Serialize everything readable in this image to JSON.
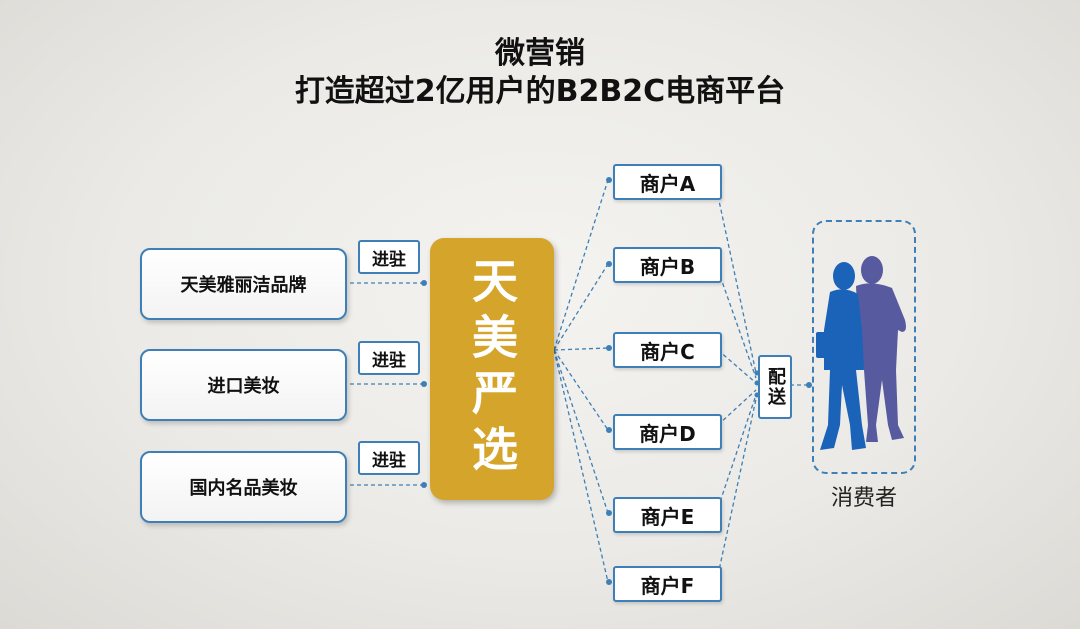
{
  "title": {
    "line1": "微营销",
    "line2": "打造超过2亿用户的B2B2C电商平台"
  },
  "sources": [
    {
      "label": "天美雅丽洁品牌",
      "tag": "进驻"
    },
    {
      "label": "进口美妆",
      "tag": "进驻"
    },
    {
      "label": "国内名品美妆",
      "tag": "进驻"
    }
  ],
  "hub": {
    "label": "天美严选",
    "color": "#d5a42a"
  },
  "merchants": [
    {
      "label": "商户A"
    },
    {
      "label": "商户B"
    },
    {
      "label": "商户C"
    },
    {
      "label": "商户D"
    },
    {
      "label": "商户E"
    },
    {
      "label": "商户F"
    }
  ],
  "delivery": {
    "label": "配送"
  },
  "consumer": {
    "label": "消费者"
  },
  "colors": {
    "line": "#3d7fb6",
    "hub": "#d5a42a",
    "person_front": "#1a63b8",
    "person_back": "#575a9e"
  }
}
